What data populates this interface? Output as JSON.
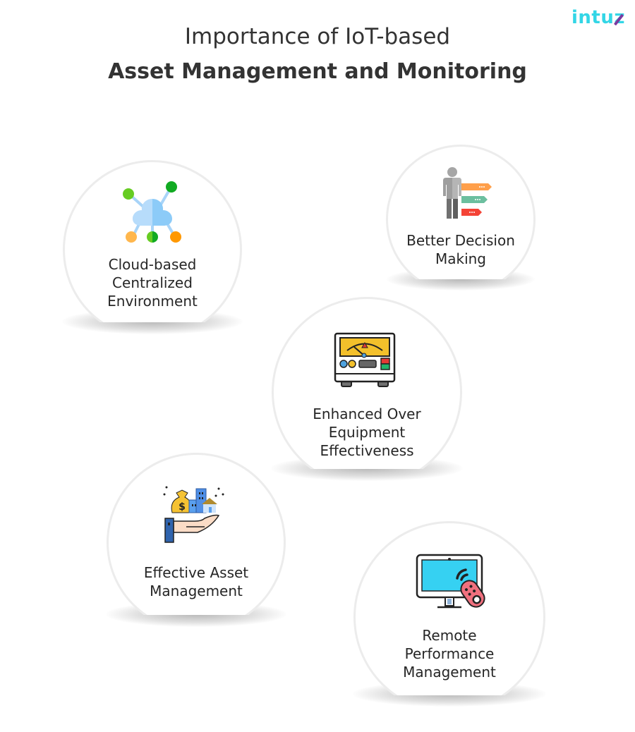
{
  "brand": {
    "logo_text_main": "intu",
    "logo_text_accent": "z",
    "colors": {
      "primary": "#33d6e6",
      "accent": "#7b3aa0"
    }
  },
  "header": {
    "title_line1": "Importance of IoT-based",
    "title_line2": "Asset Management and Monitoring"
  },
  "cards": [
    {
      "id": "cloud",
      "icon": "cloud-network-icon",
      "label_lines": [
        "Cloud-based",
        "Centralized",
        "Environment"
      ]
    },
    {
      "id": "decision",
      "icon": "person-decision-arrows-icon",
      "label_lines": [
        "Better Decision",
        "Making"
      ]
    },
    {
      "id": "equipment",
      "icon": "voltmeter-equipment-icon",
      "label_lines": [
        "Enhanced Over",
        "Equipment",
        "Effectiveness"
      ]
    },
    {
      "id": "asset",
      "icon": "hand-money-buildings-icon",
      "label_lines": [
        "Effective Asset",
        "Management"
      ]
    },
    {
      "id": "remote",
      "icon": "monitor-remote-icon",
      "label_lines": [
        "Remote",
        "Performance",
        "Management"
      ]
    }
  ]
}
